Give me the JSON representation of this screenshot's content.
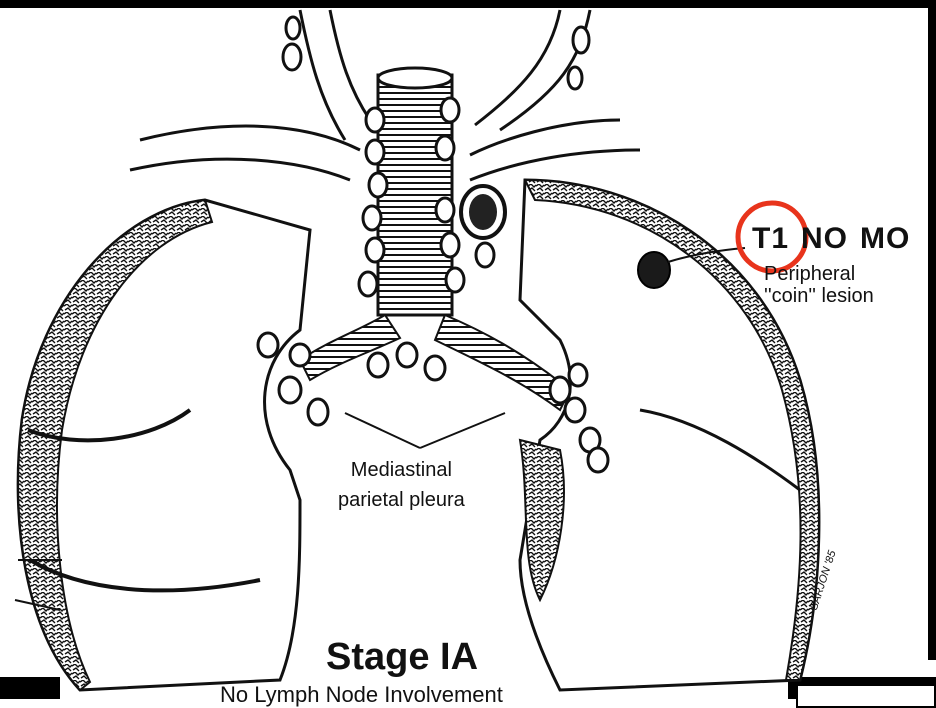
{
  "staging": {
    "t": "T1",
    "n": "NO",
    "m": "MO"
  },
  "lesion": {
    "line1": "Peripheral",
    "line2": "''coin'' lesion"
  },
  "pleura": {
    "line1": "Mediastinal",
    "line2": "parietal pleura"
  },
  "stage": {
    "title": "Stage IA",
    "subtitle": "No Lymph Node Involvement"
  },
  "signature": "SARJON '85",
  "colors": {
    "highlight_circle": "#e8341c",
    "ink": "#111111"
  }
}
